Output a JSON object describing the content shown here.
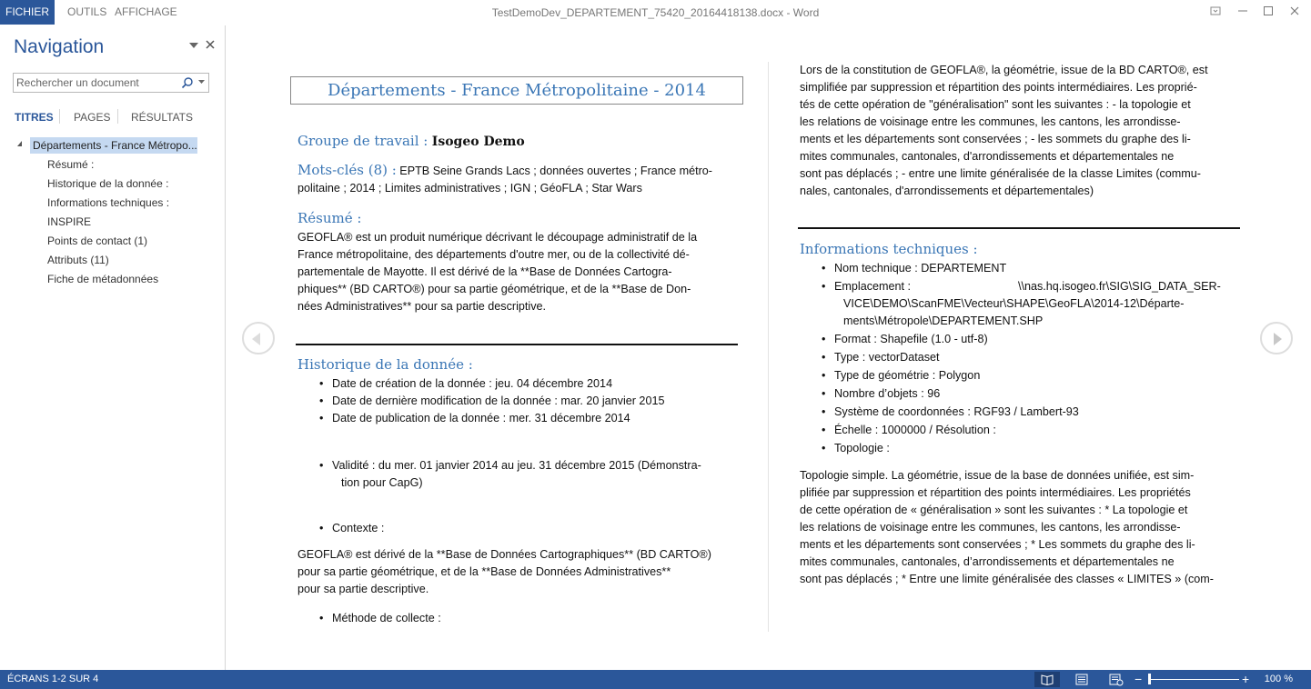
{
  "titlebar": {
    "tabs": {
      "file": "FICHIER",
      "tools": "OUTILS",
      "view": "AFFICHAGE"
    },
    "document_title": "TestDemoDev_DEPARTEMENT_75420_20164418138.docx - Word"
  },
  "navigation": {
    "title": "Navigation",
    "search_placeholder": "Rechercher un document",
    "tabs": {
      "titles": "TITRES",
      "pages": "PAGES",
      "results": "RÉSULTATS"
    },
    "tree_root": "Départements - France Métropo...",
    "tree_items": [
      "Résumé :",
      "Historique de la donnée :",
      "Informations techniques :",
      "INSPIRE",
      "Points de contact (1)",
      "Attributs (11)",
      "Fiche de métadonnées"
    ]
  },
  "page_left": {
    "title": "Départements - France Métropolitaine - 2014",
    "group_label": "Groupe de travail :",
    "group_value": "Isogeo Demo",
    "keywords_label": "Mots-clés (8) :",
    "keywords_line1": "EPTB Seine Grands Lacs ; données ouvertes ; France métro-",
    "keywords_line2": "politaine ; 2014 ; Limites administratives ; IGN ; GéoFLA ; Star Wars",
    "summary_label": "Résumé :",
    "summary_lines": [
      "GEOFLA® est un produit numérique décrivant le découpage administratif de la",
      "France métropolitaine, des départements d'outre mer, ou de la collectivité dé-",
      "partementale de Mayotte. Il est dérivé de la **Base de Données Cartogra-",
      "phiques** (BD CARTO®) pour sa partie géométrique, et de la **Base de Don-",
      "nées Administratives** pour sa partie descriptive."
    ],
    "history_label": "Historique de la donnée :",
    "history_items": [
      "Date de création de la donnée : jeu. 04 décembre 2014",
      "Date de dernière modification de la donnée : mar. 20 janvier 2015",
      "Date de publication de la donnée : mer. 31 décembre 2014"
    ],
    "validity_line1": "Validité : du mer. 01 janvier 2014 au jeu. 31 décembre 2015 (Démonstra-",
    "validity_line2": "tion pour CapG)",
    "context": "Contexte :",
    "context_lines": [
      "GEOFLA® est dérivé de la **Base de Données Cartographiques** (BD CARTO®)",
      "pour sa partie géométrique, et de la **Base de Données Administratives**",
      "pour sa partie descriptive."
    ],
    "method": "Méthode de collecte :"
  },
  "page_right": {
    "intro_lines": [
      "Lors de la constitution de GEOFLA®, la géométrie, issue de la BD CARTO®, est",
      "simplifiée par suppression et répartition des points intermédiaires. Les proprié-",
      "tés de cette opération de \"généralisation\" sont les suivantes :  - la topologie et",
      "les relations de voisinage entre les communes, les cantons, les arrondisse-",
      "ments et les départements sont conservées ; - les sommets du graphe des li-",
      "mites communales, cantonales, d'arrondissements et départementales ne",
      "sont pas déplacés ; - entre une limite généralisée de la classe Limites (commu-",
      "nales, cantonales, d'arrondissements et départementales)"
    ],
    "tech_label": "Informations techniques :",
    "tech_name": "Nom technique : DEPARTEMENT",
    "location_label": "Emplacement :",
    "location_line1": "\\\\nas.hq.isogeo.fr\\SIG\\SIG_DATA_SER-",
    "location_line2": "VICE\\DEMO\\ScanFME\\Vecteur\\SHAPE\\GeoFLA\\2014-12\\Départe-",
    "location_line3": "ments\\Métropole\\DEPARTEMENT.SHP",
    "tech_items": [
      "Format : Shapefile (1.0 - utf-8)",
      "Type : vectorDataset",
      "Type de géométrie : Polygon",
      "Nombre d’objets : 96",
      "Système de coordonnées : RGF93 / Lambert-93",
      "Échelle : 1000000 / Résolution :",
      "Topologie :"
    ],
    "topology_lines": [
      "Topologie simple.  La géométrie, issue de la base de données unifiée, est sim-",
      "plifiée par suppression et répartition des points intermédiaires. Les propriétés",
      "de cette opération de « généralisation » sont les suivantes :  * La topologie et",
      "les relations de voisinage entre les communes, les cantons, les arrondisse-",
      "ments et les départements sont conservées ; * Les sommets du graphe des li-",
      "mites communales, cantonales, d’arrondissements et départementales ne",
      "sont pas déplacés ; * Entre une limite généralisée des classes « LIMITES » (com-"
    ]
  },
  "statusbar": {
    "screens": "ÉCRANS 1-2 SUR 4",
    "zoom": "100 %",
    "zoom_minus": "−",
    "zoom_plus": "+"
  },
  "colors": {
    "accent": "#2b579a",
    "heading": "#3a76b5",
    "tree_selected": "#c5d9f1"
  }
}
